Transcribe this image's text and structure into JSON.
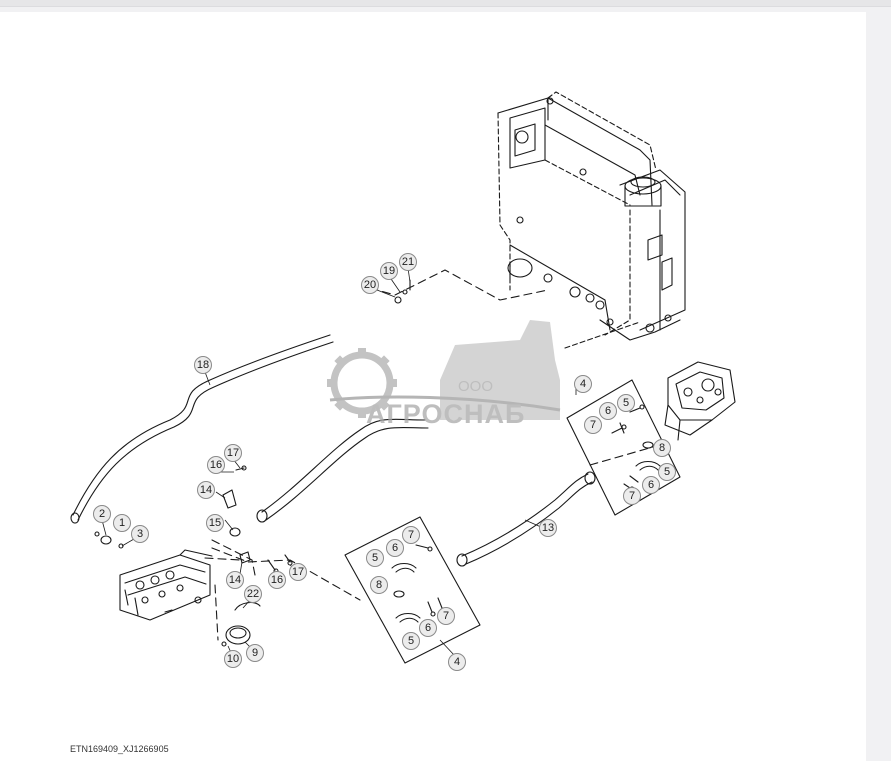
{
  "figure_id": "ETN169409_XJ1266905",
  "watermark": {
    "line1": "ООО",
    "line2": "АГРОСНАБ"
  },
  "callouts": {
    "c1": "1",
    "c2": "2",
    "c3": "3",
    "c4a": "4",
    "c4b": "4",
    "c5a": "5",
    "c5b": "5",
    "c5c": "5",
    "c5d": "5",
    "c6a": "6",
    "c6b": "6",
    "c6c": "6",
    "c6d": "6",
    "c7a": "7",
    "c7b": "7",
    "c7c": "7",
    "c7d": "7",
    "c8a": "8",
    "c8b": "8",
    "c9": "9",
    "c10": "10",
    "c13": "13",
    "c14a": "14",
    "c14b": "14",
    "c15": "15",
    "c16a": "16",
    "c16b": "16",
    "c17a": "17",
    "c17b": "17",
    "c18": "18",
    "c19": "19",
    "c20": "20",
    "c21": "21",
    "c22": "22"
  },
  "colors": {
    "line": "#1a1a1a",
    "callout_fill": "#ececec",
    "watermark": "#a9a9a9"
  }
}
